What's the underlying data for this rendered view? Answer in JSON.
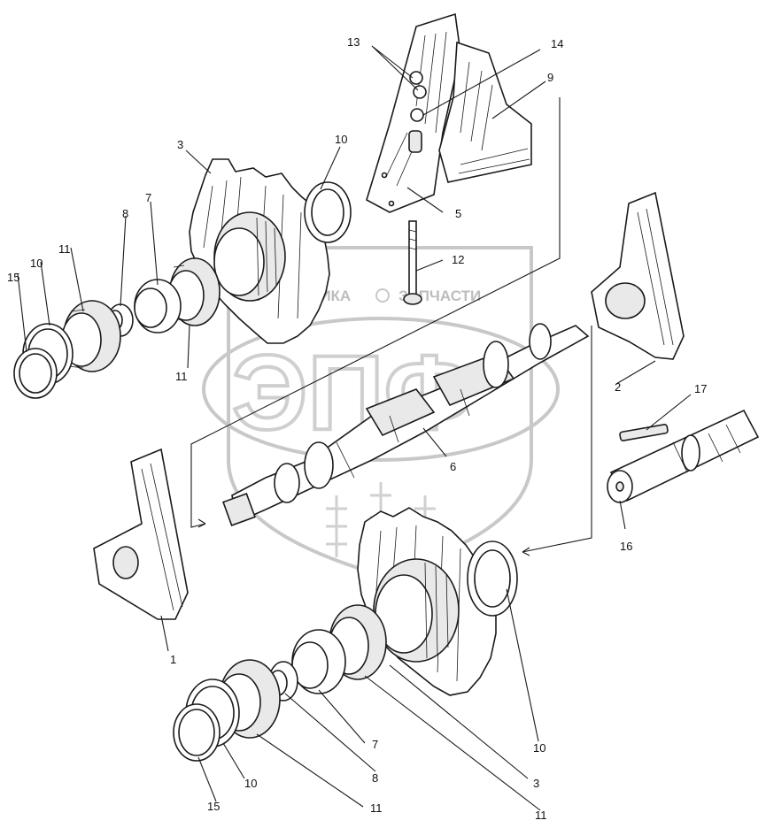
{
  "watermark": {
    "left_text": "ТЕХНИКА",
    "right_text": "ЗАПЧАСТИ",
    "logo_letters": "ЭПФ"
  },
  "callouts": {
    "c1": "1",
    "c2": "2",
    "c3_top": "3",
    "c3_bottom": "3",
    "c5": "5",
    "c6": "6",
    "c7_top": "7",
    "c7_bottom": "7",
    "c8_top": "8",
    "c8_bottom": "8",
    "c9": "9",
    "c10_top_right": "10",
    "c10_top_left": "10",
    "c10_bottom_right": "10",
    "c10_bottom_left": "10",
    "c11_top_a": "11",
    "c11_top_b": "11",
    "c11_bottom_a": "11",
    "c11_bottom_b": "11",
    "c12": "12",
    "c13": "13",
    "c14": "14",
    "c15_top": "15",
    "c15_bottom": "15",
    "c16": "16",
    "c17": "17"
  }
}
